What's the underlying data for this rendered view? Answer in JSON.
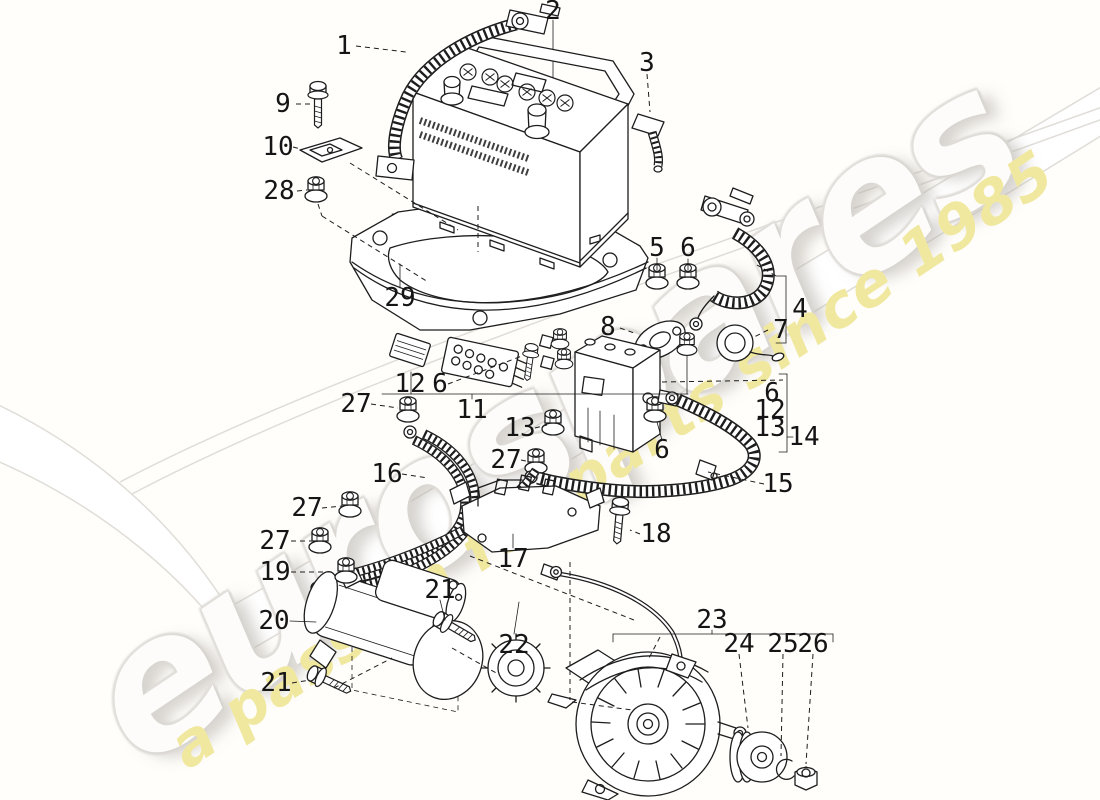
{
  "watermark": {
    "brand": "eurospares",
    "tagline": "a passion for parts since 1985",
    "brand_color": "#fdfcfa",
    "tagline_color": "#f1e8a0"
  },
  "diagram_line_color": "#1d1d1d",
  "callouts": {
    "c1": "1",
    "c2": "2",
    "c3": "3",
    "c4": "4",
    "c5": "5",
    "c6a": "6",
    "c6b": "6",
    "c6c": "6",
    "c6d": "6",
    "c7": "7",
    "c8": "8",
    "c9": "9",
    "c10": "10",
    "c11": "11",
    "c12a": "12",
    "c12b": "12",
    "c13a": "13",
    "c13b": "13",
    "c14": "14",
    "c15": "15",
    "c16": "16",
    "c17": "17",
    "c18": "18",
    "c19": "19",
    "c20": "20",
    "c21a": "21",
    "c21b": "21",
    "c22": "22",
    "c23": "23",
    "c24": "24",
    "c25": "25",
    "c26": "26",
    "c27a": "27",
    "c27b": "27",
    "c27c": "27",
    "c27d": "27",
    "c28": "28",
    "c29": "29"
  }
}
